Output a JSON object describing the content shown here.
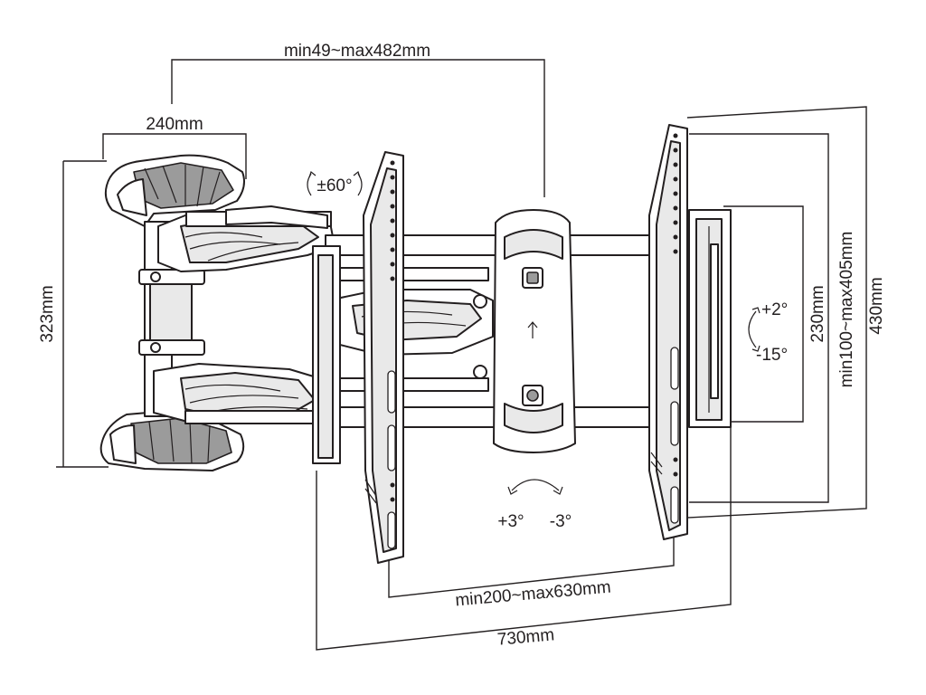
{
  "diagram": {
    "labels": {
      "arm_extension": "min49~max482mm",
      "wall_plate_width": "240mm",
      "swivel": "±60°",
      "wall_plate_height": "323mm",
      "tilt_up": "+2°",
      "tilt_down": "-15°",
      "vesa_height": "230mm",
      "vesa_vertical_range": "min100~max405mm",
      "total_height": "430mm",
      "rotate_plus": "+3°",
      "rotate_minus": "-3°",
      "vesa_horizontal_range": "min200~max630mm",
      "total_width": "730mm"
    }
  }
}
